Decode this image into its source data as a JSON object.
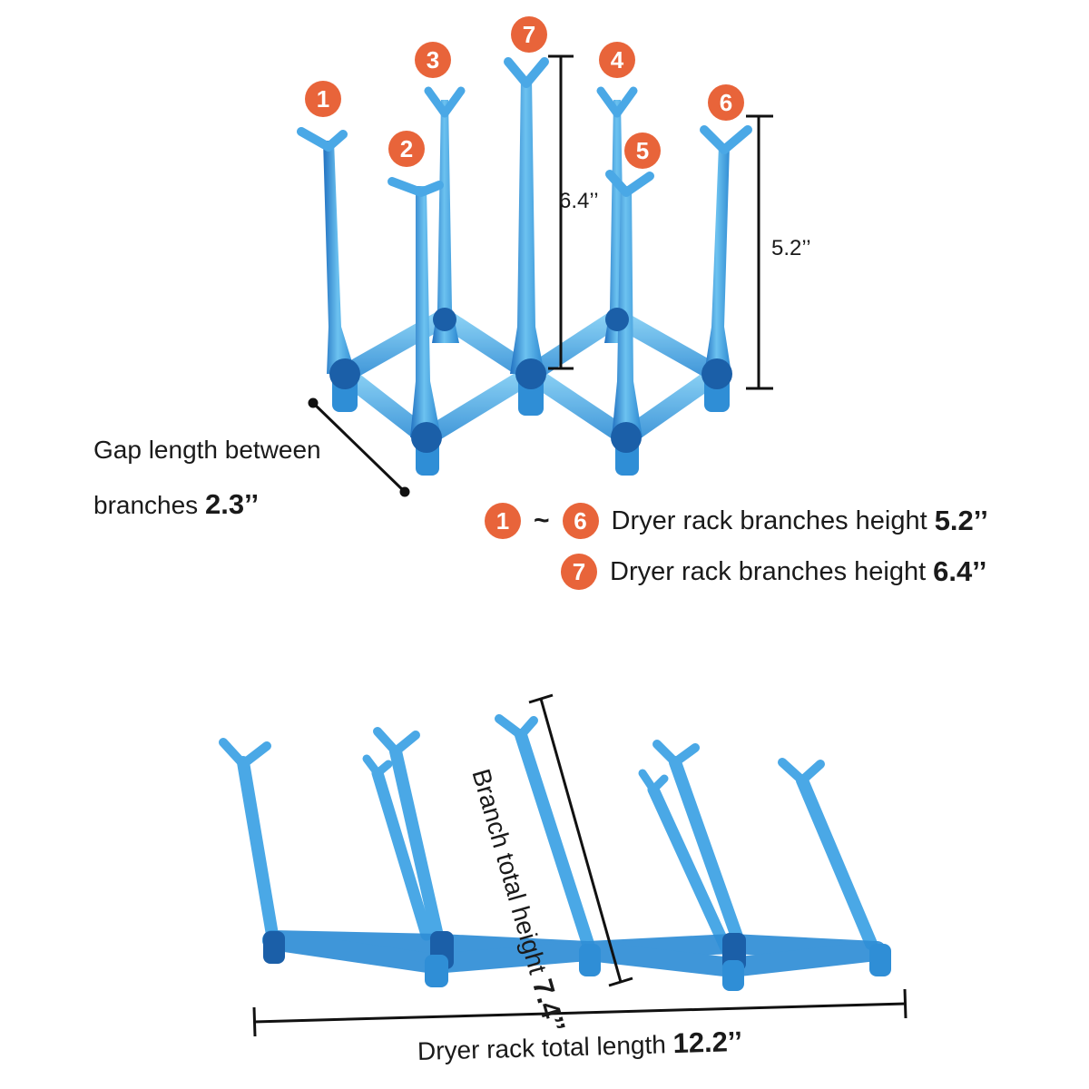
{
  "top_view": {
    "branch_badges": [
      "1",
      "2",
      "3",
      "7",
      "4",
      "5",
      "6"
    ],
    "dim_tall": "6.4’’",
    "dim_short": "5.2’’",
    "gap_label_line1": "Gap length between",
    "gap_label_line2": "branches",
    "gap_value": "2.3’’"
  },
  "legend": [
    {
      "badge_from": "1",
      "separator": "~",
      "badge_to": "6",
      "text": "Dryer rack branches height",
      "value": "5.2’’"
    },
    {
      "badge_from": "7",
      "text": "Dryer rack branches height",
      "value": "6.4’’"
    }
  ],
  "bottom_view": {
    "height_label": "Branch total height",
    "height_value": "7.4’’",
    "length_label": "Dryer rack total length",
    "length_value": "12.2’’"
  },
  "colors": {
    "badge": "#e8643a",
    "rack_blue": "#2f8ed6",
    "rack_dark": "#1b5fa8",
    "rack_light": "#6cc2f0",
    "dimension_line": "#111111"
  }
}
